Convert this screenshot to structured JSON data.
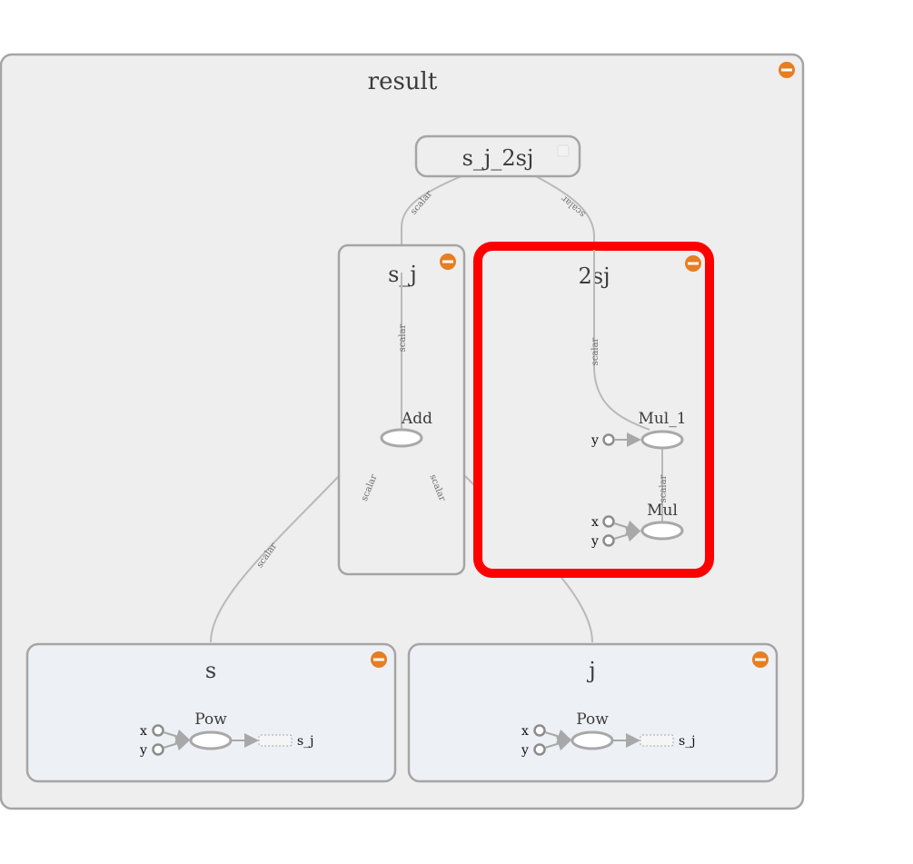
{
  "graph": {
    "root": {
      "label": "result"
    },
    "nodes": {
      "s_j_2sj": {
        "label": "s_j_2sj"
      },
      "s_j": {
        "label": "s_j"
      },
      "two_sj": {
        "label": "2sj",
        "selected": true
      },
      "s": {
        "label": "s"
      },
      "j": {
        "label": "j"
      }
    },
    "ops": {
      "add": {
        "label": "Add"
      },
      "mul_1": {
        "label": "Mul_1"
      },
      "mul": {
        "label": "Mul"
      },
      "pow_s": {
        "label": "Pow"
      },
      "pow_j": {
        "label": "Pow"
      }
    },
    "ports": {
      "mul_1_y": "y",
      "mul_x": "x",
      "mul_y": "y",
      "pow_s_x": "x",
      "pow_s_y": "y",
      "pow_j_x": "x",
      "pow_j_y": "y"
    },
    "outputs": {
      "pow_s_out": "s_j",
      "pow_j_out": "s_j"
    },
    "edge_label": "scalar"
  },
  "colors": {
    "container_fill": "#eeeeee",
    "leaf_group_fill": "#edf0f4",
    "border": "#a5a5a5",
    "selected_border": "#ff0000",
    "collapse_button": "#e67e22"
  },
  "icons": {
    "collapse": "minus-circle-icon",
    "expand": "plus-square-icon"
  }
}
